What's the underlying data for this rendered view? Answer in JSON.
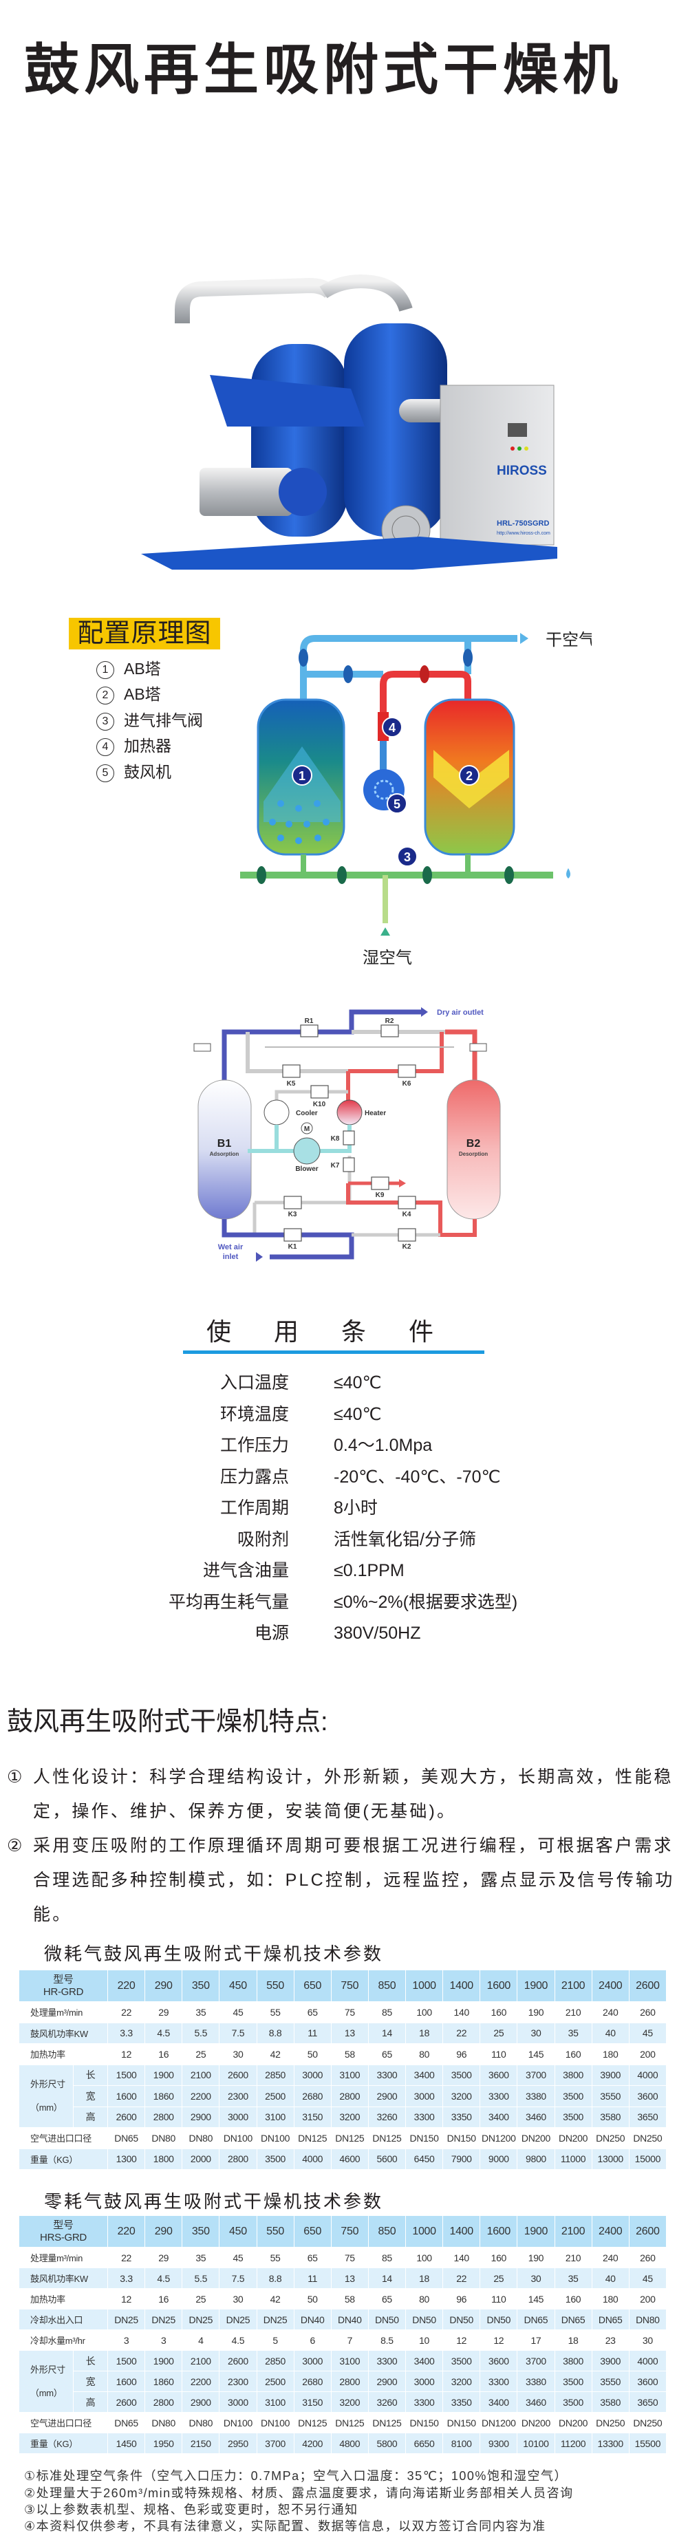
{
  "title": "鼓风再生吸附式干燥机",
  "photo": {
    "brand": "HIROSS",
    "model": "HRL-750SGRD",
    "url_text": "http://www.hiross-ch.com"
  },
  "config": {
    "heading": "配置原理图",
    "items": [
      {
        "num": "1",
        "label": "AB塔"
      },
      {
        "num": "2",
        "label": "AB塔"
      },
      {
        "num": "3",
        "label": "进气排气阀"
      },
      {
        "num": "4",
        "label": "加热器"
      },
      {
        "num": "5",
        "label": "鼓风机"
      }
    ],
    "dry_air": "干空气",
    "wet_air": "湿空气",
    "markers": [
      "1",
      "2",
      "3",
      "4",
      "5"
    ]
  },
  "schematic": {
    "dry_outlet": "Dry air outlet",
    "wet_inlet_1": "Wet air",
    "wet_inlet_2": "inlet",
    "b1": "B1",
    "b1_sub": "Adsorption",
    "b2": "B2",
    "b2_sub": "Desorption",
    "cooler": "Cooler",
    "heater": "Heater",
    "blower": "Blower",
    "motor": "M",
    "r1": "R1",
    "r2": "R2",
    "k1": "K1",
    "k2": "K2",
    "k3": "K3",
    "k4": "K4",
    "k5": "K5",
    "k6": "K6",
    "k7": "K7",
    "k8": "K8",
    "k9": "K9",
    "k10": "K10"
  },
  "conditions": {
    "heading": "使用条件",
    "rows": [
      {
        "label": "入口温度",
        "value": "≤40℃"
      },
      {
        "label": "环境温度",
        "value": "≤40℃"
      },
      {
        "label": "工作压力",
        "value": "0.4～1.0Mpa"
      },
      {
        "label": "压力露点",
        "value": "-20℃、-40℃、-70℃"
      },
      {
        "label": "工作周期",
        "value": "8小时"
      },
      {
        "label": "吸附剂",
        "value": "活性氧化铝/分子筛"
      },
      {
        "label": "进气含油量",
        "value": "≤0.1PPM"
      },
      {
        "label": "平均再生耗气量",
        "value": "≤0%~2%(根据要求选型)"
      },
      {
        "label": "电源",
        "value": "380V/50HZ"
      }
    ]
  },
  "features": {
    "heading": "鼓风再生吸附式干燥机特点:",
    "items": [
      {
        "num": "①",
        "text": "人性化设计：科学合理结构设计，外形新颖，美观大方，长期高效，性能稳定，操作、维护、保养方便，安装简便(无基础)。"
      },
      {
        "num": "②",
        "text": "采用变压吸附的工作原理循环周期可要根据工况进行编程，可根据客户需求合理选配多种控制模式，如：PLC控制，远程监控，露点显示及信号传输功能。"
      }
    ]
  },
  "tables": [
    {
      "title": "微耗气鼓风再生吸附式干燥机技术参数",
      "model_label": "型号",
      "model_series": "HR-GRD",
      "models": [
        "220",
        "290",
        "350",
        "450",
        "550",
        "650",
        "750",
        "850",
        "1000",
        "1400",
        "1600",
        "1900",
        "2100",
        "2400",
        "2600"
      ],
      "rows": [
        {
          "label": "处理量m³/min",
          "values": [
            "22",
            "29",
            "35",
            "45",
            "55",
            "65",
            "75",
            "85",
            "100",
            "140",
            "160",
            "190",
            "210",
            "240",
            "260"
          ]
        },
        {
          "label": "鼓风机功率KW",
          "values": [
            "3.3",
            "4.5",
            "5.5",
            "7.5",
            "8.8",
            "11",
            "13",
            "14",
            "18",
            "22",
            "25",
            "30",
            "35",
            "40",
            "45"
          ]
        },
        {
          "label": "加热功率",
          "values": [
            "12",
            "16",
            "25",
            "30",
            "42",
            "50",
            "58",
            "65",
            "80",
            "96",
            "110",
            "145",
            "160",
            "180",
            "200"
          ]
        }
      ],
      "dims": {
        "label": "外形尺寸",
        "unit": "（mm）",
        "rows": [
          {
            "label": "长",
            "values": [
              "1500",
              "1900",
              "2100",
              "2600",
              "2850",
              "3000",
              "3100",
              "3300",
              "3400",
              "3500",
              "3600",
              "3700",
              "3800",
              "3900",
              "4000"
            ]
          },
          {
            "label": "宽",
            "values": [
              "1600",
              "1860",
              "2200",
              "2300",
              "2500",
              "2680",
              "2800",
              "2900",
              "3000",
              "3200",
              "3300",
              "3380",
              "3500",
              "3550",
              "3600"
            ]
          },
          {
            "label": "高",
            "values": [
              "2600",
              "2800",
              "2900",
              "3000",
              "3100",
              "3150",
              "3200",
              "3260",
              "3300",
              "3350",
              "3400",
              "3460",
              "3500",
              "3580",
              "3650"
            ]
          }
        ]
      },
      "tail_rows": [
        {
          "label": "空气进出口口径",
          "values": [
            "DN65",
            "DN80",
            "DN80",
            "DN100",
            "DN100",
            "DN125",
            "DN125",
            "DN125",
            "DN150",
            "DN150",
            "DN1200",
            "DN200",
            "DN200",
            "DN250",
            "DN250"
          ]
        },
        {
          "label": "重量（KG）",
          "values": [
            "1300",
            "1800",
            "2000",
            "2800",
            "3500",
            "4000",
            "4600",
            "5600",
            "6450",
            "7900",
            "9000",
            "9800",
            "11000",
            "13000",
            "15000"
          ]
        }
      ]
    },
    {
      "title": "零耗气鼓风再生吸附式干燥机技术参数",
      "model_label": "型号",
      "model_series": "HRS-GRD",
      "models": [
        "220",
        "290",
        "350",
        "450",
        "550",
        "650",
        "750",
        "850",
        "1000",
        "1400",
        "1600",
        "1900",
        "2100",
        "2400",
        "2600"
      ],
      "rows": [
        {
          "label": "处理量m³/min",
          "values": [
            "22",
            "29",
            "35",
            "45",
            "55",
            "65",
            "75",
            "85",
            "100",
            "140",
            "160",
            "190",
            "210",
            "240",
            "260"
          ]
        },
        {
          "label": "鼓风机功率KW",
          "values": [
            "3.3",
            "4.5",
            "5.5",
            "7.5",
            "8.8",
            "11",
            "13",
            "14",
            "18",
            "22",
            "25",
            "30",
            "35",
            "40",
            "45"
          ]
        },
        {
          "label": "加热功率",
          "values": [
            "12",
            "16",
            "25",
            "30",
            "42",
            "50",
            "58",
            "65",
            "80",
            "96",
            "110",
            "145",
            "160",
            "180",
            "200"
          ]
        },
        {
          "label": "冷却水出入口",
          "values": [
            "DN25",
            "DN25",
            "DN25",
            "DN25",
            "DN25",
            "DN40",
            "DN40",
            "DN50",
            "DN50",
            "DN50",
            "DN50",
            "DN65",
            "DN65",
            "DN65",
            "DN80"
          ]
        },
        {
          "label": "冷却水量m³/hr",
          "values": [
            "3",
            "3",
            "4",
            "4.5",
            "5",
            "6",
            "7",
            "8.5",
            "10",
            "12",
            "12",
            "17",
            "18",
            "23",
            "30"
          ]
        }
      ],
      "dims": {
        "label": "外形尺寸",
        "unit": "（mm）",
        "rows": [
          {
            "label": "长",
            "values": [
              "1500",
              "1900",
              "2100",
              "2600",
              "2850",
              "3000",
              "3100",
              "3300",
              "3400",
              "3500",
              "3600",
              "3700",
              "3800",
              "3900",
              "4000"
            ]
          },
          {
            "label": "宽",
            "values": [
              "1600",
              "1860",
              "2200",
              "2300",
              "2500",
              "2680",
              "2800",
              "2900",
              "3000",
              "3200",
              "3300",
              "3380",
              "3500",
              "3550",
              "3600"
            ]
          },
          {
            "label": "高",
            "values": [
              "2600",
              "2800",
              "2900",
              "3000",
              "3100",
              "3150",
              "3200",
              "3260",
              "3300",
              "3350",
              "3400",
              "3460",
              "3500",
              "3580",
              "3650"
            ]
          }
        ]
      },
      "tail_rows": [
        {
          "label": "空气进出口口径",
          "values": [
            "DN65",
            "DN80",
            "DN80",
            "DN100",
            "DN100",
            "DN125",
            "DN125",
            "DN125",
            "DN150",
            "DN150",
            "DN1200",
            "DN200",
            "DN200",
            "DN250",
            "DN250"
          ]
        },
        {
          "label": "重量（KG）",
          "values": [
            "1450",
            "1950",
            "2150",
            "2950",
            "3700",
            "4200",
            "4800",
            "5800",
            "6650",
            "8100",
            "9300",
            "10100",
            "11200",
            "13300",
            "15500"
          ]
        }
      ]
    }
  ],
  "notes": [
    "①标准处理空气条件（空气入口压力：0.7MPa；空气入口温度：35℃；100%饱和湿空气）",
    "②处理量大于260m³/min或特殊规格、材质、露点温度要求，请向海诺斯业务部相关人员咨询",
    "③以上参数表机型、规格、色彩或变更时，恕不另行通知",
    "④本资料仅供参考，不具有法律意义，实际配置、数据等信息，以双方签订合同内容为准"
  ],
  "colors": {
    "accent_blue": "#1c9be0",
    "label_yellow": "#f7c600",
    "table_header": "#b5e0f7",
    "table_stripe": "#def0fb"
  }
}
